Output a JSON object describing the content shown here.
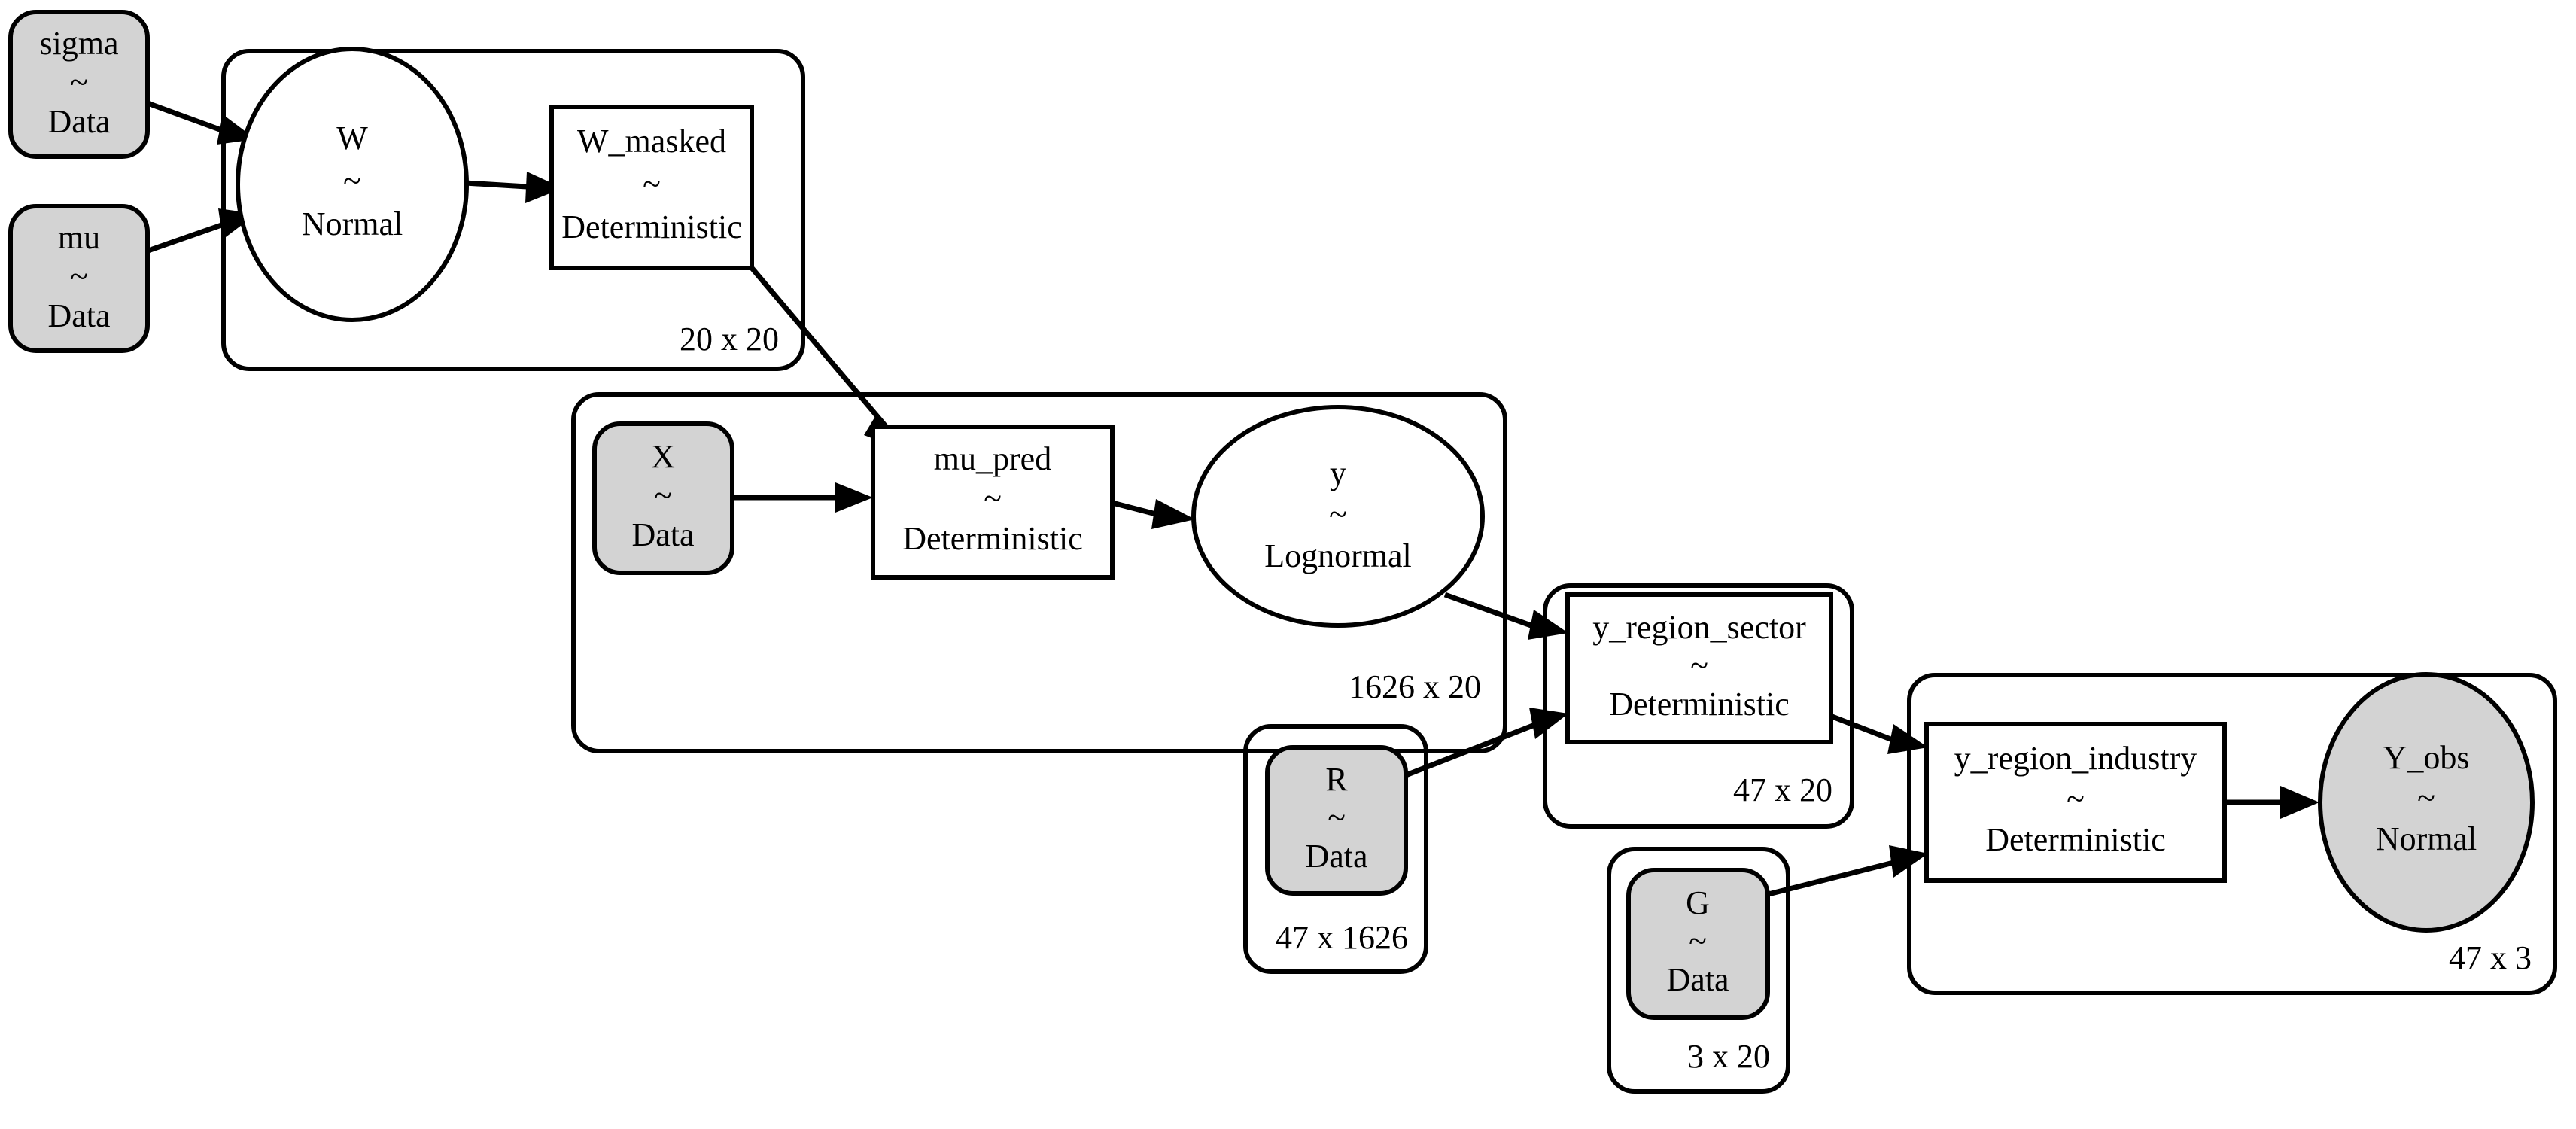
{
  "diagram": {
    "kind": "probabilistic-graphical-model",
    "separator": "~",
    "colors": {
      "observed_fill": "#d3d3d3",
      "latent_fill": "#ffffff",
      "stroke": "#000000",
      "background": "#ffffff"
    }
  },
  "nodes": [
    {
      "id": "sigma",
      "label": "sigma",
      "tilde": "~",
      "dist": "Data",
      "shape": "rounded-rect",
      "observed": true
    },
    {
      "id": "mu",
      "label": "mu",
      "tilde": "~",
      "dist": "Data",
      "shape": "rounded-rect",
      "observed": true
    },
    {
      "id": "W",
      "label": "W",
      "tilde": "~",
      "dist": "Normal",
      "shape": "ellipse",
      "observed": false
    },
    {
      "id": "W_masked",
      "label": "W_masked",
      "tilde": "~",
      "dist": "Deterministic",
      "shape": "rect",
      "observed": false
    },
    {
      "id": "X",
      "label": "X",
      "tilde": "~",
      "dist": "Data",
      "shape": "rounded-rect",
      "observed": true
    },
    {
      "id": "mu_pred",
      "label": "mu_pred",
      "tilde": "~",
      "dist": "Deterministic",
      "shape": "rect",
      "observed": false
    },
    {
      "id": "y",
      "label": "y",
      "tilde": "~",
      "dist": "Lognormal",
      "shape": "ellipse",
      "observed": false
    },
    {
      "id": "R",
      "label": "R",
      "tilde": "~",
      "dist": "Data",
      "shape": "rounded-rect",
      "observed": true
    },
    {
      "id": "y_region_sector",
      "label": "y_region_sector",
      "tilde": "~",
      "dist": "Deterministic",
      "shape": "rect",
      "observed": false
    },
    {
      "id": "G",
      "label": "G",
      "tilde": "~",
      "dist": "Data",
      "shape": "rounded-rect",
      "observed": true
    },
    {
      "id": "y_region_industry",
      "label": "y_region_industry",
      "tilde": "~",
      "dist": "Deterministic",
      "shape": "rect",
      "observed": false
    },
    {
      "id": "Y_obs",
      "label": "Y_obs",
      "tilde": "~",
      "dist": "Normal",
      "shape": "ellipse",
      "observed": true
    }
  ],
  "plates": [
    {
      "id": "plate_W",
      "label": "20 x 20",
      "contains": [
        "W",
        "W_masked"
      ]
    },
    {
      "id": "plate_mu_pred",
      "label": "1626 x 20",
      "contains": [
        "X",
        "mu_pred",
        "y"
      ]
    },
    {
      "id": "plate_R",
      "label": "47 x 1626",
      "contains": [
        "R"
      ]
    },
    {
      "id": "plate_y_region_sector",
      "label": "47 x 20",
      "contains": [
        "y_region_sector"
      ]
    },
    {
      "id": "plate_G",
      "label": "3 x 20",
      "contains": [
        "G"
      ]
    },
    {
      "id": "plate_Y_obs",
      "label": "47 x 3",
      "contains": [
        "y_region_industry",
        "Y_obs"
      ]
    }
  ],
  "edges": [
    {
      "from": "sigma",
      "to": "W"
    },
    {
      "from": "mu",
      "to": "W"
    },
    {
      "from": "W",
      "to": "W_masked"
    },
    {
      "from": "W_masked",
      "to": "mu_pred"
    },
    {
      "from": "X",
      "to": "mu_pred"
    },
    {
      "from": "mu_pred",
      "to": "y"
    },
    {
      "from": "y",
      "to": "y_region_sector"
    },
    {
      "from": "R",
      "to": "y_region_sector"
    },
    {
      "from": "y_region_sector",
      "to": "y_region_industry"
    },
    {
      "from": "G",
      "to": "y_region_industry"
    },
    {
      "from": "y_region_industry",
      "to": "Y_obs"
    }
  ]
}
